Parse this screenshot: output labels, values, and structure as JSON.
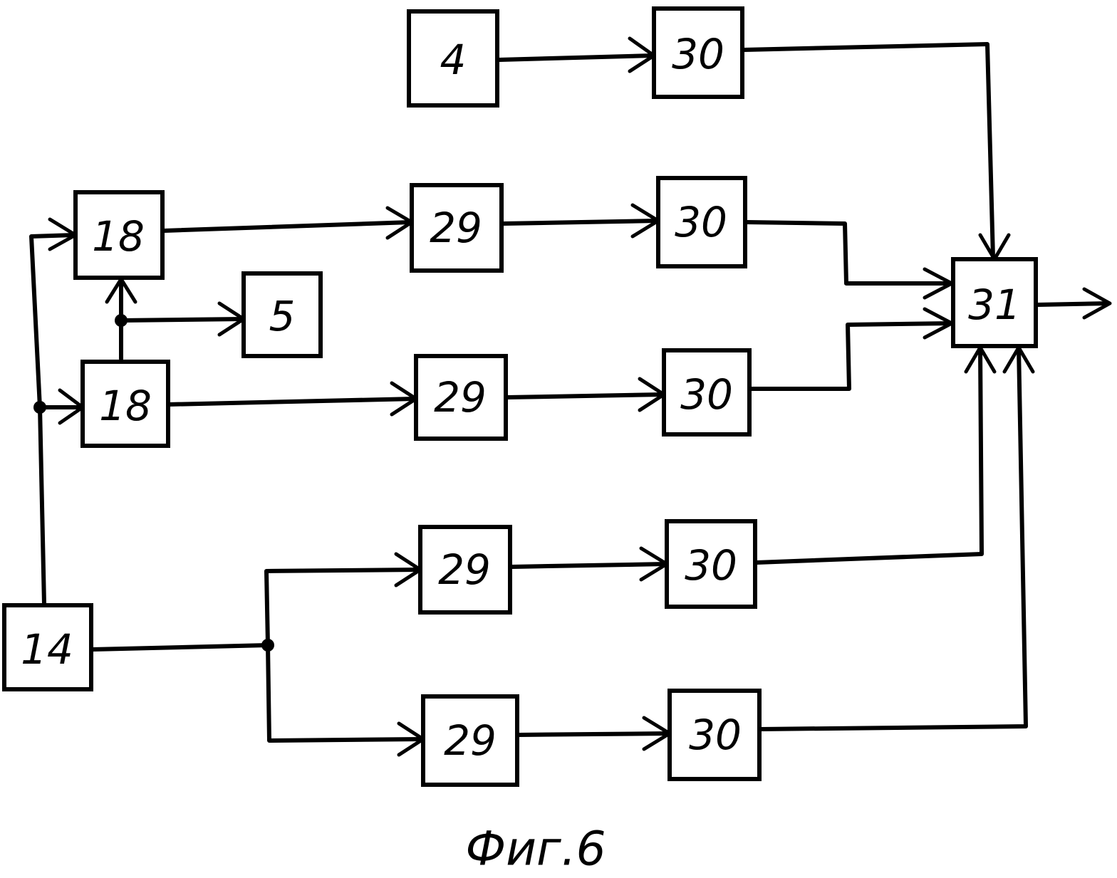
{
  "blocks": {
    "b4": "4",
    "b30_top": "30",
    "b18_upper": "18",
    "b29_1": "29",
    "b30_1": "30",
    "b5": "5",
    "b18_lower": "18",
    "b29_2": "29",
    "b30_2": "30",
    "b31": "31",
    "b29_3": "29",
    "b30_3": "30",
    "b14": "14",
    "b29_4": "29",
    "b30_4": "30"
  },
  "caption": "Фиг.6",
  "colors": {
    "ink": "#000000",
    "paper": "#ffffff"
  }
}
